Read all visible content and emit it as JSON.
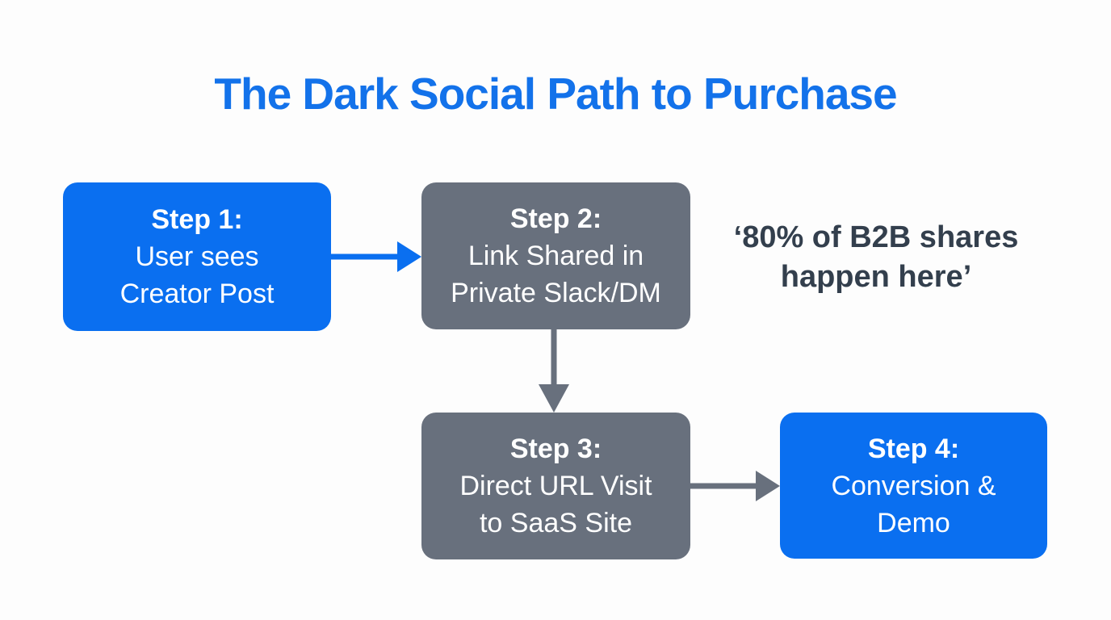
{
  "title": {
    "text": "The Dark Social Path to Purchase",
    "color": "#1372ea"
  },
  "steps": [
    {
      "label": "Step 1:",
      "line1": "User sees",
      "line2": "Creator Post",
      "variant": "blue"
    },
    {
      "label": "Step 2:",
      "line1": "Link Shared in",
      "line2": "Private Slack/DM",
      "variant": "gray"
    },
    {
      "label": "Step 3:",
      "line1": "Direct URL Visit",
      "line2": "to SaaS Site",
      "variant": "gray"
    },
    {
      "label": "Step 4:",
      "line1": "Conversion &",
      "line2": "Demo",
      "variant": "blue"
    }
  ],
  "annotation": {
    "line1": "‘80% of B2B shares",
    "line2": "happen here’"
  },
  "colors": {
    "box_blue": "#0a6ff0",
    "box_gray": "#68707d",
    "box_text": "#ffffff",
    "title_blue": "#1372ea",
    "annotation_text": "#333f4d",
    "arrow_blue": "#0a6ff0",
    "arrow_gray": "#68707d",
    "background": "#fdfdfd"
  }
}
